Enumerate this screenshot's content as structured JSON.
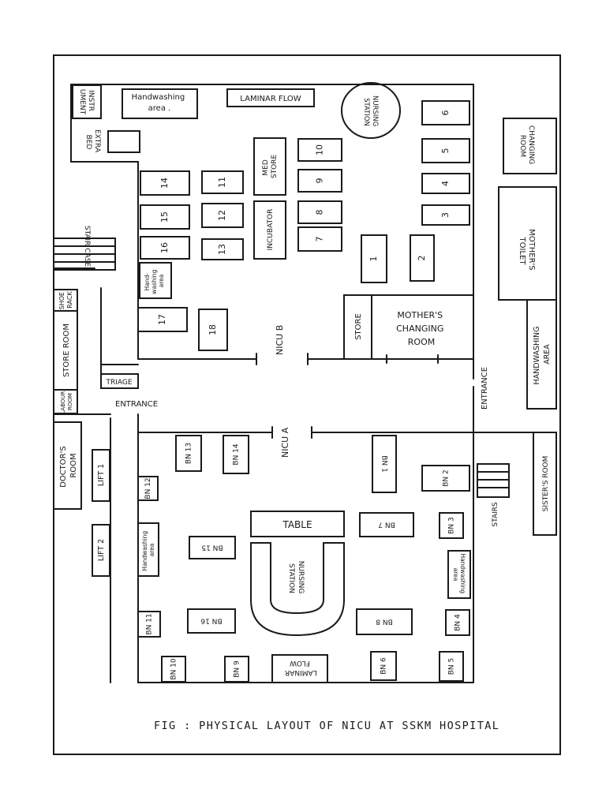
{
  "caption": "FIG : PHYSICAL LAYOUT OF NICU AT SSKM HOSPITAL",
  "labels": {
    "instrument": [
      "INSTR",
      "UMENT"
    ],
    "handwashing_top": [
      "Handwashing",
      "area ."
    ],
    "laminar_flow_top": "LAMINAR FLOW",
    "nursing_station_top": [
      "NURSING",
      "STATION"
    ],
    "extra_bed": [
      "EXTRA",
      "BED"
    ],
    "changing_room": [
      "CHANGING",
      "ROOM"
    ],
    "med_store": [
      "MED",
      "STORE"
    ],
    "incubator": "INCUBATOR",
    "stair_case": "STAIR CASE",
    "mothers_toilet": [
      "MOTHER'S",
      "TOILET"
    ],
    "hand_washing_left": [
      "Hand-",
      "washing",
      "area"
    ],
    "shoe_rack": [
      "SHOE",
      "RACK"
    ],
    "store_room": "STORE ROOM",
    "store": "STORE",
    "mothers_changing_room": [
      "MOTHER'S",
      "CHANGING",
      "ROOM"
    ],
    "nicu_b": "NICU B",
    "handwashing_right": [
      "HANDWASHING",
      "AREA"
    ],
    "triage": "TRIAGE",
    "labour_room": [
      "LABOUR",
      "ROOM"
    ],
    "entrance_left": "ENTRANCE",
    "entrance_right": "ENTRANCE",
    "nicu_a": "NICU A",
    "doctors_room": [
      "DOCTOR'S",
      "ROOM"
    ],
    "lift_1": "LIFT 1",
    "lift_2": "LIFT 2",
    "sisters_room": "SISTER'S ROOM",
    "stairs": "STAIRS",
    "table": "TABLE",
    "handwashing_a_left": [
      "Handwashing",
      "area"
    ],
    "handwashing_a_right": [
      "Handwashing",
      "area"
    ],
    "nursing_station_a": [
      "NURSING",
      "STATION"
    ],
    "laminar_flow_bottom": [
      "LAMINAR",
      "FLOW"
    ]
  },
  "beds_nicu_b": [
    "1",
    "2",
    "3",
    "4",
    "5",
    "6",
    "7",
    "8",
    "9",
    "10",
    "11",
    "12",
    "13",
    "14",
    "15",
    "16",
    "17",
    "18"
  ],
  "beds_nicu_a": [
    "BN 1",
    "BN 2",
    "BN 3",
    "BN 4",
    "BN 5",
    "BN 6",
    "BN 7",
    "BN 8",
    "BN 9",
    "BN 10",
    "BN 11",
    "BN 12",
    "BN 13",
    "BN 14",
    "BN 15",
    "BN 16"
  ]
}
